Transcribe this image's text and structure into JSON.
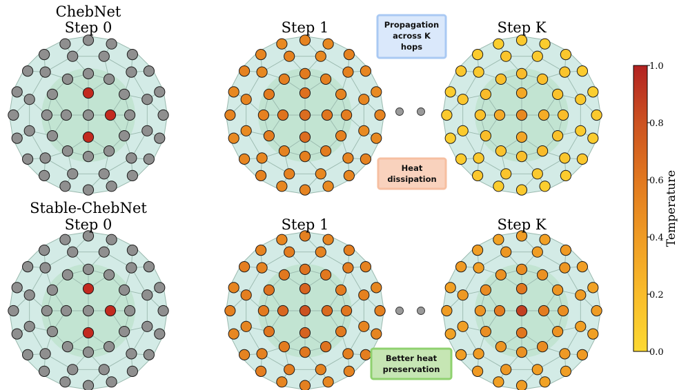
{
  "panels": [
    {
      "id": "cheb-0",
      "title_lines": [
        "ChebNet",
        "Step 0"
      ],
      "state": "initial"
    },
    {
      "id": "cheb-1",
      "title_lines": [
        "Step 1"
      ],
      "state": "cheb-step1"
    },
    {
      "id": "cheb-k",
      "title_lines": [
        "Step K"
      ],
      "state": "cheb-stepk"
    },
    {
      "id": "stable-0",
      "title_lines": [
        "Stable-ChebNet",
        "Step 0"
      ],
      "state": "initial"
    },
    {
      "id": "stable-1",
      "title_lines": [
        "Step 1"
      ],
      "state": "stable-step1"
    },
    {
      "id": "stable-k",
      "title_lines": [
        "Step K"
      ],
      "state": "stable-stepk"
    }
  ],
  "annotations": [
    {
      "id": "propagation",
      "lines": [
        "Propagation",
        "across K",
        "hops"
      ],
      "fill": "#dae8fb",
      "stroke": "#a9c9f3"
    },
    {
      "id": "heat-dissipation",
      "lines": [
        "Heat",
        "dissipation"
      ],
      "fill": "#f9d2bd",
      "stroke": "#f6bfa1"
    },
    {
      "id": "better-heat",
      "lines": [
        "Better heat",
        "preservation"
      ],
      "fill": "#c6e6b4",
      "stroke": "#8fd16f"
    }
  ],
  "colorbar": {
    "label": "Temperature",
    "ticks": [
      "0.0",
      "0.2",
      "0.4",
      "0.6",
      "0.8",
      "1.0"
    ],
    "tick_values": [
      0.0,
      0.2,
      0.4,
      0.6,
      0.8,
      1.0
    ],
    "colors": [
      "#fcd932",
      "#f9bc2a",
      "#ef9b24",
      "#e1781f",
      "#cc5221",
      "#b22222"
    ]
  },
  "colors": {
    "inactive_node": "#8f8f8f",
    "hot_node": "#c22a1f",
    "outer_disk": "#d3ebe6",
    "inner_disk": "#c2e4d2",
    "edge": "#99b8ad",
    "ellipsis_dot": "#9a9a9a"
  }
}
